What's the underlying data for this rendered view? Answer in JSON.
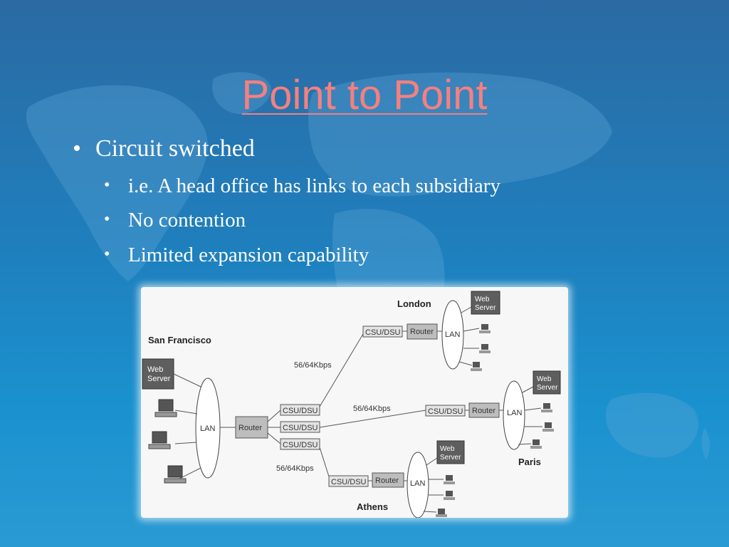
{
  "slide": {
    "title": "Point to Point",
    "bullets": [
      {
        "text": "Circuit switched",
        "level": 1
      },
      {
        "text": "i.e. A head office has links to each subsidiary",
        "level": 2
      },
      {
        "text": "No contention",
        "level": 2
      },
      {
        "text": "Limited expansion capability",
        "level": 2
      }
    ]
  },
  "diagram": {
    "sites": {
      "san_francisco": "San Francisco",
      "london": "London",
      "paris": "Paris",
      "athens": "Athens"
    },
    "labels": {
      "web_server_line1": "Web",
      "web_server_line2": "Server",
      "lan": "LAN",
      "router": "Router",
      "csu_dsu": "CSU/DSU",
      "link_speed": "56/64Kbps"
    }
  }
}
